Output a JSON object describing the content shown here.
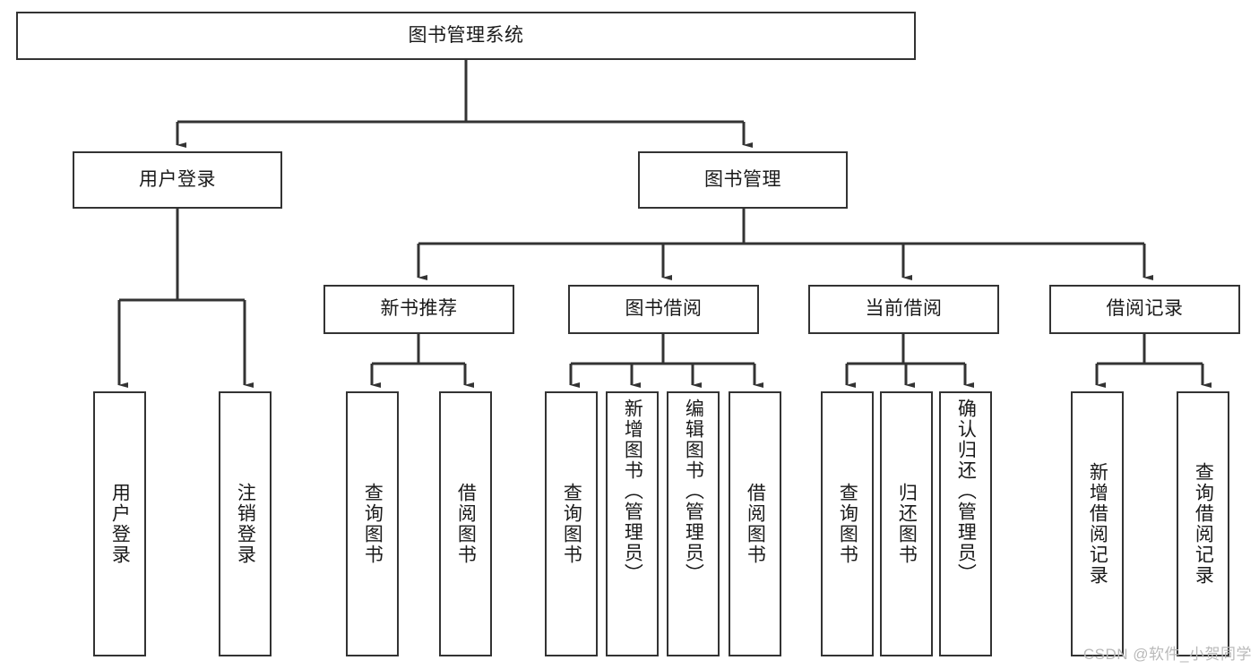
{
  "diagram": {
    "title": "图书管理系统",
    "type": "hierarchy-tree",
    "watermark": "CSDN @软件_小贺同学",
    "colors": {
      "box_border": "#333333",
      "box_fill": "#ffffff",
      "connector": "#333333",
      "text": "#1a1a1a",
      "watermark": "#b9b9b9"
    },
    "root": {
      "label": "图书管理系统"
    },
    "level2": [
      {
        "label": "用户登录"
      },
      {
        "label": "图书管理"
      }
    ],
    "level3": [
      {
        "label": "新书推荐"
      },
      {
        "label": "图书借阅"
      },
      {
        "label": "当前借阅"
      },
      {
        "label": "借阅记录"
      }
    ],
    "leaves_user_login": [
      {
        "label": "用户登录"
      },
      {
        "label": "注销登录"
      }
    ],
    "leaves_new_book": [
      {
        "label": "查询图书"
      },
      {
        "label": "借阅图书"
      }
    ],
    "leaves_borrow": [
      {
        "label": "查询图书"
      },
      {
        "label": "新增图书（管理员）"
      },
      {
        "label": "编辑图书（管理员）"
      },
      {
        "label": "借阅图书"
      }
    ],
    "leaves_current": [
      {
        "label": "查询图书"
      },
      {
        "label": "归还图书"
      },
      {
        "label": "确认归还（管理员）"
      }
    ],
    "leaves_record": [
      {
        "label": "新增借阅记录"
      },
      {
        "label": "查询借阅记录"
      }
    ]
  }
}
